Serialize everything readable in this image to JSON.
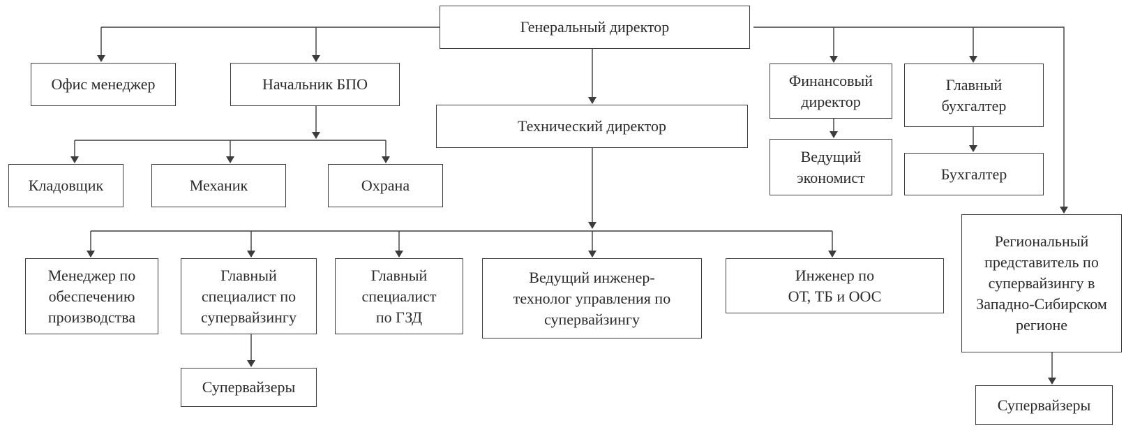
{
  "boxes": {
    "general_director": "Генеральный директор",
    "office_manager": "Офис менеджер",
    "bpo_head": "Начальник БПО",
    "storekeeper": "Кладовщик",
    "mechanic": "Механик",
    "security": "Охрана",
    "technical_director": "Технический директор",
    "financial_director": "Финансовый\nдиректор",
    "chief_accountant": "Главный\nбухгалтер",
    "lead_economist": "Ведущий\nэкономист",
    "accountant": "Бухгалтер",
    "production_manager": "Менеджер по\nобеспечению\nпроизводства",
    "chief_supervising_specialist": "Главный\nспециалист по\nсупервайзингу",
    "chief_gzd_specialist": "Главный\nспециалист\nпо ГЗД",
    "lead_process_engineer": "Ведущий инженер-\nтехнолог управления по\nсупервайзингу",
    "ot_tb_oos_engineer": "Инженер по\nОТ, ТБ и ООС",
    "regional_representative": "Региональный\nпредставитель по\nсупервайзингу в\nЗападно-Сибирском\nрегионе",
    "supervisors_1": "Супервайзеры",
    "supervisors_2": "Супервайзеры"
  },
  "colors": {
    "line": "#3c3c3c",
    "text": "#2a2a2a",
    "background": "#ffffff"
  }
}
